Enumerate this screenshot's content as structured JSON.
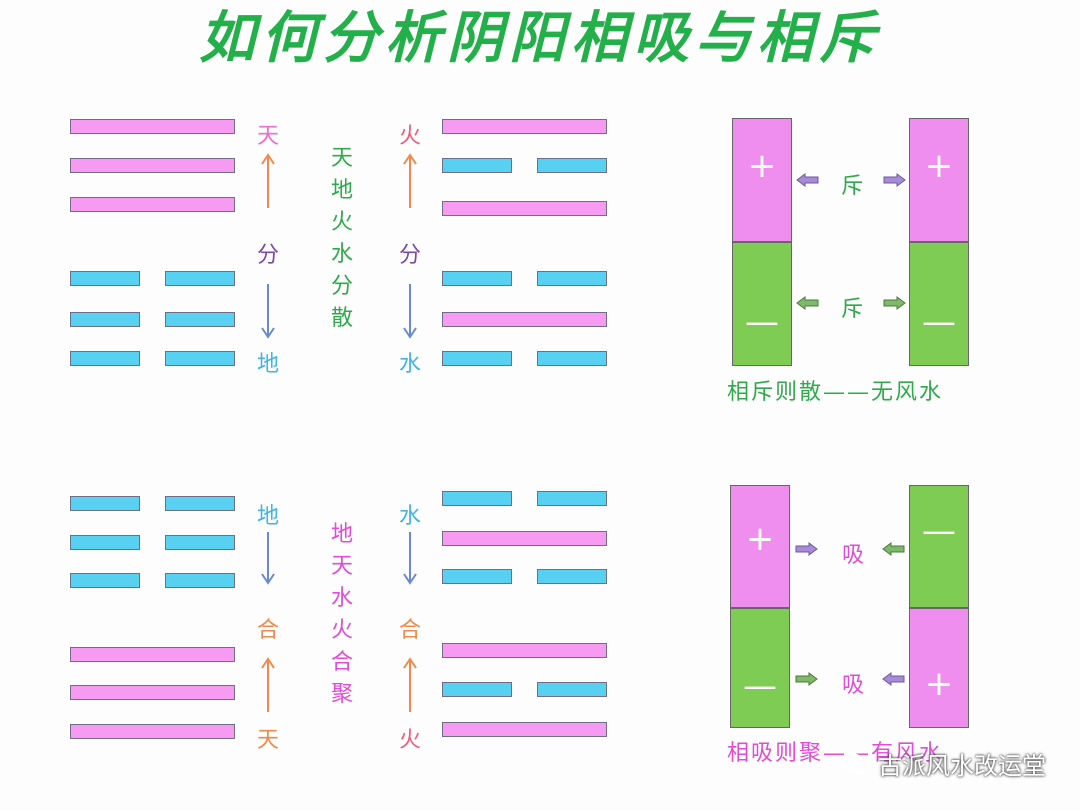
{
  "title": "如何分析阴阳相吸与相斥",
  "colors": {
    "yang": "#f79af2",
    "yin": "#58d0f2",
    "title": "#23b04a",
    "plus_cell": "#f08ef0",
    "minus_cell": "#7fcc55"
  },
  "top_left": {
    "top": "天",
    "middle": "分",
    "bottom": "地"
  },
  "top_center_text": "天地火水分散",
  "top_right": {
    "top": "火",
    "middle": "分",
    "bottom": "水"
  },
  "bottom_left": {
    "top": "地",
    "middle": "合",
    "bottom": "天"
  },
  "bottom_center_text": "地天水火合聚",
  "bottom_right": {
    "top": "水",
    "middle": "合",
    "bottom": "火"
  },
  "repel": {
    "label_top": "斥",
    "label_bottom": "斥",
    "plus": "+",
    "minus": "—",
    "caption": "相斥则散——无风水"
  },
  "attract": {
    "label_top": "吸",
    "label_bottom": "吸",
    "plus": "+",
    "minus": "—",
    "caption": "相吸则聚——有风水"
  },
  "watermark": "古派风水改运堂"
}
